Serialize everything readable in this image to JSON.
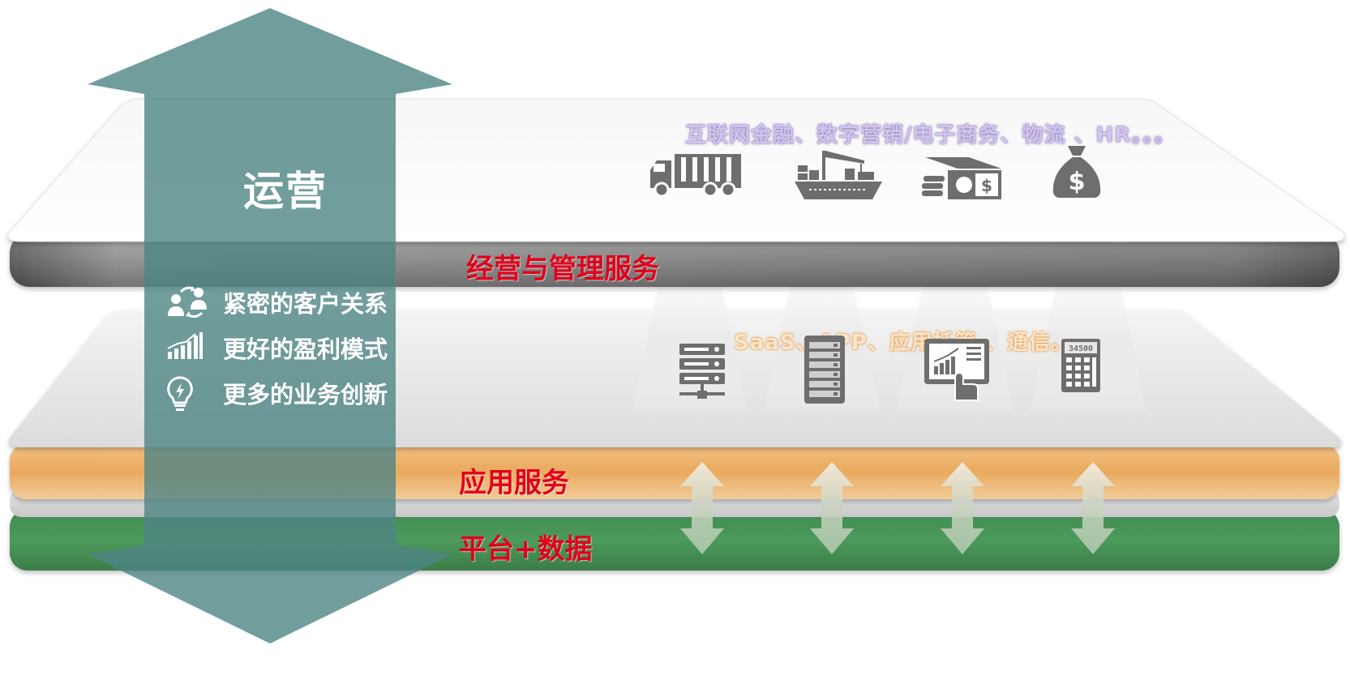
{
  "operations": {
    "title": "运营",
    "benefits": [
      {
        "text": "紧密的客户关系",
        "icon": "customer-relationship-icon"
      },
      {
        "text": "更好的盈利模式",
        "icon": "growth-chart-icon"
      },
      {
        "text": "更多的业务创新",
        "icon": "lightbulb-icon"
      }
    ]
  },
  "layers": {
    "business": {
      "label": "经营与管理服务",
      "caption": "互联网金融、数字营销/电子商务、物流 、HR。。。",
      "icons": [
        "truck-icon",
        "cargo-ship-icon",
        "money-stack-icon",
        "money-bag-icon"
      ]
    },
    "application": {
      "label": "应用服务",
      "caption": "SaaS、APP、应用托管 、通信。。。",
      "icons": [
        "server-network-icon",
        "server-rack-icon",
        "tablet-touch-icon",
        "calculator-icon"
      ],
      "calculator_display": "34500"
    },
    "platform": {
      "label": "平台+数据"
    }
  },
  "colors": {
    "operations_arrow": "#4f8584",
    "business_slab": "#f2f2f2",
    "application_band": "#e9a95e",
    "platform_band": "#4a9458",
    "layer_label": "#e0001b"
  }
}
